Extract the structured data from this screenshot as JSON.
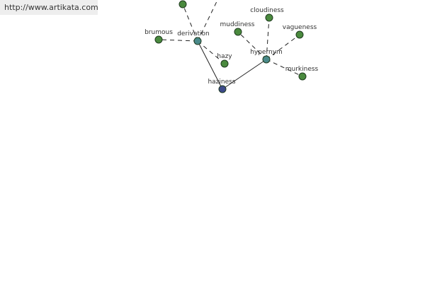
{
  "header": {
    "url": "http://www.artikata.com"
  },
  "colors": {
    "leaf_node": "#4a8a3e",
    "relation_node": "#4a8a8a",
    "center_node": "#3d4a8a",
    "edge": "#222222"
  },
  "graph": {
    "nodes": [
      {
        "id": "haziness",
        "label": "haziness",
        "kind": "center"
      },
      {
        "id": "derivation",
        "label": "derivation",
        "kind": "relation"
      },
      {
        "id": "hypernym",
        "label": "hypernym",
        "kind": "relation"
      },
      {
        "id": "brumous",
        "label": "brumous",
        "kind": "leaf"
      },
      {
        "id": "hazy",
        "label": "hazy",
        "kind": "leaf"
      },
      {
        "id": "top-node",
        "label": "",
        "kind": "leaf"
      },
      {
        "id": "muddiness",
        "label": "muddiness",
        "kind": "leaf"
      },
      {
        "id": "cloudiness",
        "label": "cloudiness",
        "kind": "leaf"
      },
      {
        "id": "vagueness",
        "label": "vagueness",
        "kind": "leaf"
      },
      {
        "id": "murkiness",
        "label": "murkiness",
        "kind": "leaf"
      }
    ],
    "edges": [
      {
        "from": "haziness",
        "to": "derivation",
        "style": "solid"
      },
      {
        "from": "haziness",
        "to": "hypernym",
        "style": "solid"
      },
      {
        "from": "derivation",
        "to": "brumous",
        "style": "dashed"
      },
      {
        "from": "derivation",
        "to": "hazy",
        "style": "dashed"
      },
      {
        "from": "derivation",
        "to": "top-node",
        "style": "dashed"
      },
      {
        "from": "derivation",
        "to": "offscreen",
        "style": "dashed"
      },
      {
        "from": "hypernym",
        "to": "muddiness",
        "style": "dashed"
      },
      {
        "from": "hypernym",
        "to": "cloudiness",
        "style": "dashed"
      },
      {
        "from": "hypernym",
        "to": "vagueness",
        "style": "dashed"
      },
      {
        "from": "hypernym",
        "to": "murkiness",
        "style": "dashed"
      }
    ]
  }
}
